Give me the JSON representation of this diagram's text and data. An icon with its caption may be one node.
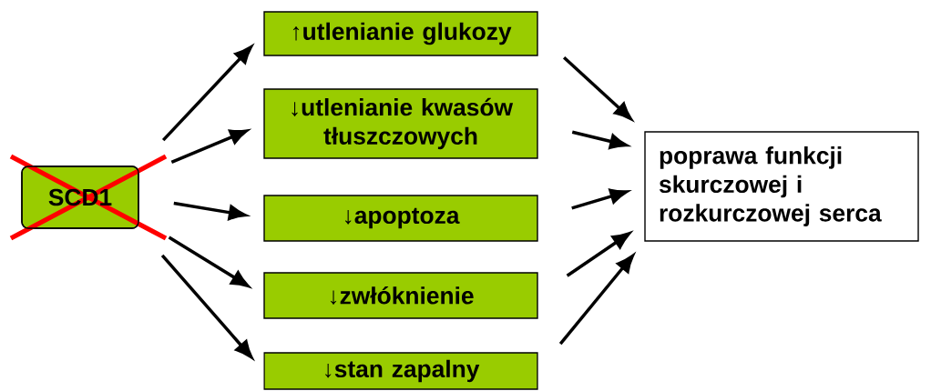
{
  "diagram": {
    "nodes": [
      {
        "text": [
          "SCD1"
        ]
      },
      {
        "text": [
          "↑utlenianie glukozy"
        ]
      },
      {
        "text": [
          "↓utlenianie kwasów tłuszczowych"
        ]
      },
      {
        "text": [
          "↓apoptoza"
        ]
      },
      {
        "text": [
          "↓zwłóknienie"
        ]
      },
      {
        "text": [
          "↓stan zapalny"
        ]
      },
      {
        "text": [
          "poprawa funkcji skurczowej i rozkurczowej serca"
        ]
      }
    ],
    "edges": [
      {
        "from": 0,
        "to": 1,
        "arrow": "to"
      },
      {
        "from": 0,
        "to": 2,
        "arrow": "to"
      },
      {
        "from": 0,
        "to": 3,
        "arrow": "to"
      },
      {
        "from": 0,
        "to": 4,
        "arrow": "to"
      },
      {
        "from": 0,
        "to": 5,
        "arrow": "to"
      },
      {
        "from": 1,
        "to": 6,
        "arrow": "to"
      },
      {
        "from": 2,
        "to": 6,
        "arrow": "to"
      },
      {
        "from": 3,
        "to": 6,
        "arrow": "to"
      },
      {
        "from": 4,
        "to": 6,
        "arrow": "to"
      },
      {
        "from": 5,
        "to": 6,
        "arrow": "to"
      }
    ]
  }
}
